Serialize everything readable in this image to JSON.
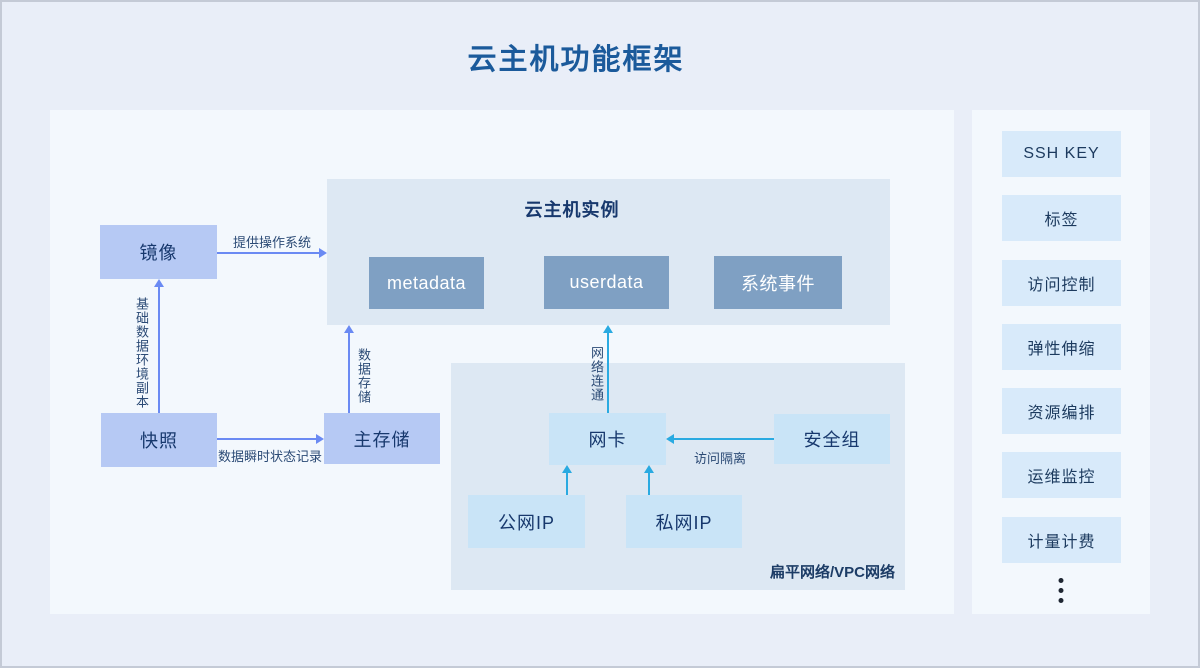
{
  "page": {
    "title": "云主机功能框架"
  },
  "colors": {
    "background": "#e9eef8",
    "surface": "#f3f8fd",
    "subpanel": "#dde8f3",
    "node_periwinkle": "#b6c9f4",
    "node_slate": "#7fa0c3",
    "node_lightblue": "#c9e4f7",
    "arrow_blue": "#6a8af3",
    "arrow_cyan": "#2aaae1",
    "title_blue": "#1b5a9b",
    "text_navy": "#17386d",
    "sidebar_chip": "#d8eafa"
  },
  "diagram": {
    "nodes": {
      "image": "镜像",
      "snapshot": "快照",
      "storage": "主存储"
    },
    "instance": {
      "title": "云主机实例",
      "metadata": "metadata",
      "userdata": "userdata",
      "system_events": "系统事件"
    },
    "network": {
      "label": "扁平网络/VPC网络",
      "nic": "网卡",
      "security_group": "安全组",
      "public_ip": "公网IP",
      "private_ip": "私网IP"
    },
    "edges": {
      "provide_os": "提供操作系统",
      "base_data_env_copy": "基础数据环境副本",
      "snapshot_state_record": "数据瞬时状态记录",
      "data_storage": "数据存储",
      "network_connectivity": "网络连通",
      "access_isolation": "访问隔离"
    }
  },
  "sidebar": {
    "items": [
      {
        "label": "SSH KEY"
      },
      {
        "label": "标签"
      },
      {
        "label": "访问控制"
      },
      {
        "label": "弹性伸缩"
      },
      {
        "label": "资源编排"
      },
      {
        "label": "运维监控"
      },
      {
        "label": "计量计费"
      }
    ],
    "more_icon": "vertical-ellipsis"
  }
}
